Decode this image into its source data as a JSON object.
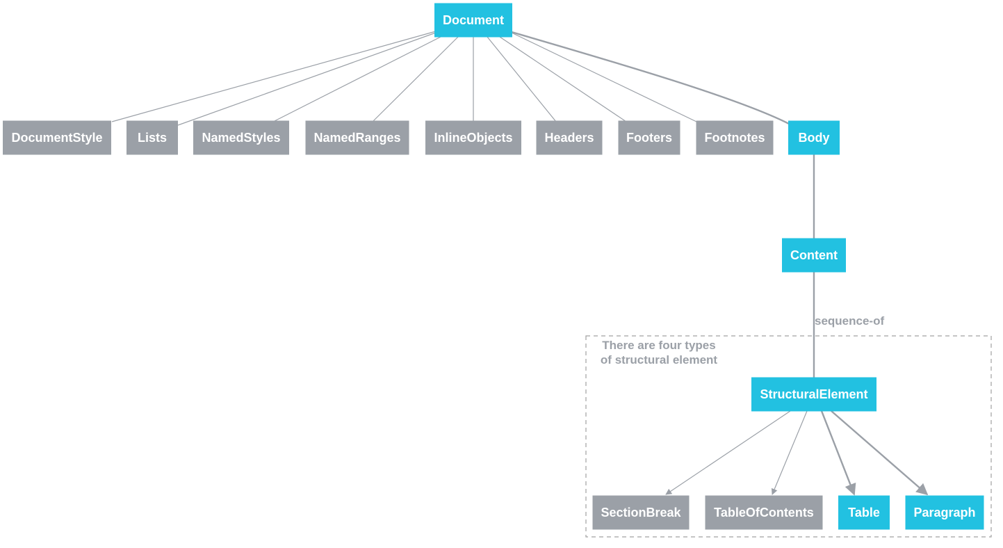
{
  "colors": {
    "highlight": "#22c1e1",
    "muted": "#9ba0a7",
    "node_text": "#ffffff",
    "edge": "#9ba0a7",
    "cluster_border": "#a0a0a0"
  },
  "nodes": {
    "document": {
      "label": "Document",
      "style": "highlight"
    },
    "document_style": {
      "label": "DocumentStyle",
      "style": "muted"
    },
    "lists": {
      "label": "Lists",
      "style": "muted"
    },
    "named_styles": {
      "label": "NamedStyles",
      "style": "muted"
    },
    "named_ranges": {
      "label": "NamedRanges",
      "style": "muted"
    },
    "inline_objects": {
      "label": "InlineObjects",
      "style": "muted"
    },
    "headers": {
      "label": "Headers",
      "style": "muted"
    },
    "footers": {
      "label": "Footers",
      "style": "muted"
    },
    "footnotes": {
      "label": "Footnotes",
      "style": "muted"
    },
    "body": {
      "label": "Body",
      "style": "highlight"
    },
    "content": {
      "label": "Content",
      "style": "highlight"
    },
    "structural_element": {
      "label": "StructuralElement",
      "style": "highlight"
    },
    "section_break": {
      "label": "SectionBreak",
      "style": "muted"
    },
    "table_of_contents": {
      "label": "TableOfContents",
      "style": "muted"
    },
    "table": {
      "label": "Table",
      "style": "highlight"
    },
    "paragraph": {
      "label": "Paragraph",
      "style": "highlight"
    }
  },
  "edges": [
    {
      "from": "document",
      "to": "document_style",
      "arrow": false,
      "emphasis": false
    },
    {
      "from": "document",
      "to": "lists",
      "arrow": false,
      "emphasis": false
    },
    {
      "from": "document",
      "to": "named_styles",
      "arrow": false,
      "emphasis": false
    },
    {
      "from": "document",
      "to": "named_ranges",
      "arrow": false,
      "emphasis": false
    },
    {
      "from": "document",
      "to": "inline_objects",
      "arrow": false,
      "emphasis": false
    },
    {
      "from": "document",
      "to": "headers",
      "arrow": false,
      "emphasis": false
    },
    {
      "from": "document",
      "to": "footers",
      "arrow": false,
      "emphasis": false
    },
    {
      "from": "document",
      "to": "footnotes",
      "arrow": false,
      "emphasis": false
    },
    {
      "from": "document",
      "to": "body",
      "arrow": false,
      "emphasis": true
    },
    {
      "from": "body",
      "to": "content",
      "arrow": false,
      "emphasis": true
    },
    {
      "from": "content",
      "to": "structural_element",
      "arrow": false,
      "emphasis": true,
      "label": "sequence-of"
    },
    {
      "from": "structural_element",
      "to": "section_break",
      "arrow": true,
      "emphasis": false
    },
    {
      "from": "structural_element",
      "to": "table_of_contents",
      "arrow": true,
      "emphasis": false
    },
    {
      "from": "structural_element",
      "to": "table",
      "arrow": true,
      "emphasis": true
    },
    {
      "from": "structural_element",
      "to": "paragraph",
      "arrow": true,
      "emphasis": true
    }
  ],
  "cluster": {
    "label_lines": [
      "There are four types",
      "of structural element"
    ]
  }
}
